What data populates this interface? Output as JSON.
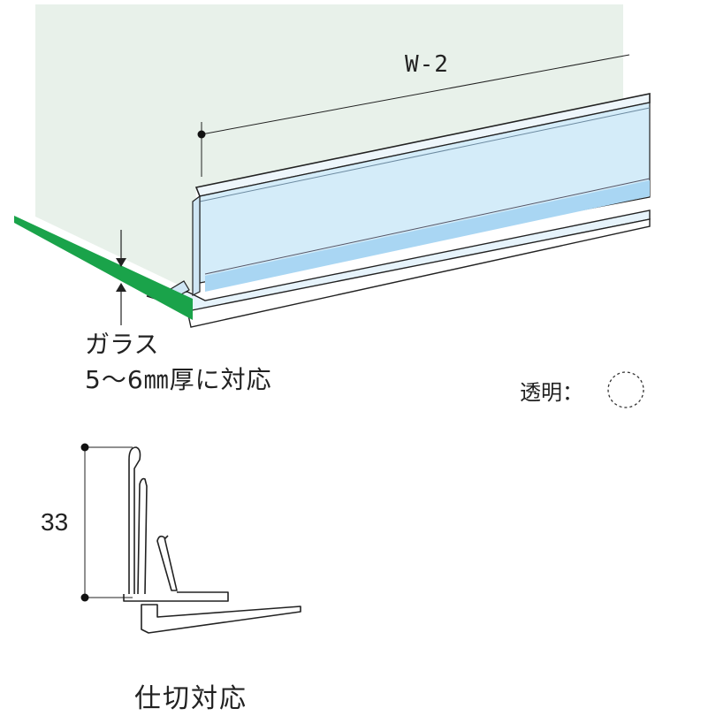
{
  "perspective": {
    "width_dimension": "W-2",
    "glass_note_line1": "ガラス",
    "glass_note_line2": "5～6㎜厚に対応",
    "glass_color": "#1aa34a",
    "wall_color": "#e8f1ea",
    "profile_color": "#d4ecf9",
    "profile_dark_color": "#a9d6f3"
  },
  "color_legend": {
    "label": "透明：",
    "swatch": "transparent-dashed-circle"
  },
  "section": {
    "height_dimension": "33",
    "caption": "仕切対応"
  }
}
